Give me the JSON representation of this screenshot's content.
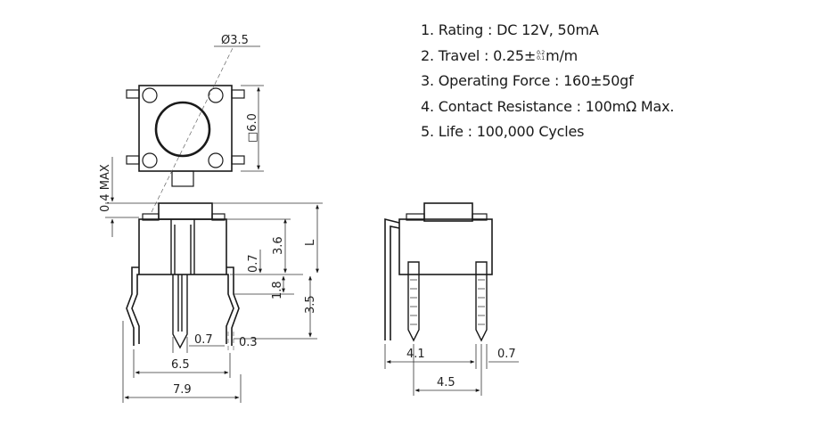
{
  "specs": {
    "rating": "1. Rating : DC 12V, 50mA",
    "travel_prefix": "2. Travel : 0.25±",
    "travel_tol_upper": "0.2",
    "travel_tol_lower": "0.1",
    "travel_suffix": "m/m",
    "force": "3. Operating Force : 160±50gf",
    "resistance": "4. Contact Resistance : 100mΩ Max.",
    "life": "5. Life : 100,000 Cycles"
  },
  "dimensions": {
    "diameter": "Ø3.5",
    "body_square": "□6.0",
    "max_height": "0.4 MAX",
    "height_l": "L",
    "height_3_6": "3.6",
    "lead_0_7": "0.7",
    "lead_1_8": "1.8",
    "lead_3_5": "3.5",
    "pin_width": "0.7",
    "pin_thickness": "0.3",
    "pitch_6_5": "6.5",
    "overall_7_9": "7.9",
    "side_4_1": "4.1",
    "side_pin_0_7": "0.7",
    "side_4_5": "4.5"
  }
}
